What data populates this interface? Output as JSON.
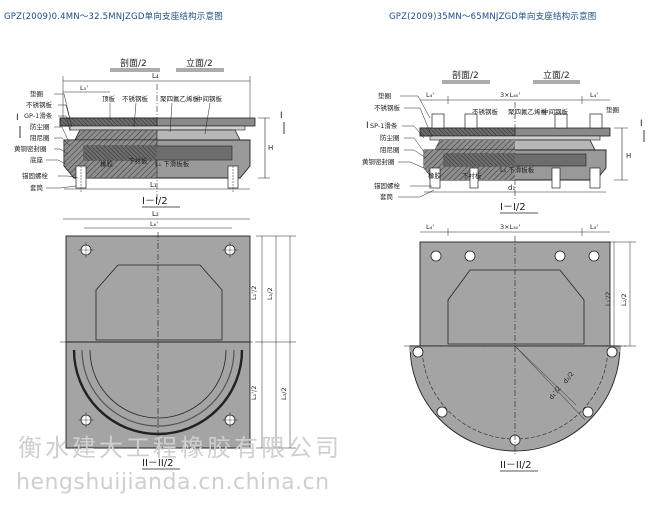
{
  "titles": {
    "left": "GPZ(2009)0.4MN～32.5MNJZGD单向支座结构示意图",
    "right": "GPZ(2009)35MN～65MNJZGD单向支座结构示意图"
  },
  "left": {
    "section_label": "剖面/2",
    "elevation_label": "立面/2",
    "dims": {
      "top_overall": "L₄",
      "bottom_overall": "L₁",
      "left_part": "L₅'",
      "plan_width": "L₂",
      "plan_inner": "L₆'",
      "height_h": "H",
      "half_length_1": "L₁'/2",
      "half_length_2": "L₁/2",
      "half_length_3": "L₂'/2",
      "half_length_4": "L₃/2"
    },
    "callouts": {
      "dianquan": "垫圈",
      "buxiugang": "不锈钢板",
      "gp_gl": "GP-1滑条",
      "fangchen": "防尘圈",
      "zunitiao": "阻尼圈",
      "huangtong": "黄铜密封圈",
      "xiangjiao": "橡胶",
      "maogu": "锚固螺栓",
      "taotong": "套筒",
      "dingban": "顶板",
      "buxiu2": "不锈钢板",
      "jusifu": "聚四氟乙烯板",
      "zhongjian": "中间钢板",
      "xiachen": "下衬板",
      "xiaqipan": "下滑板",
      "zhiban": "底座",
      "xiaban_yun": "L₁ 下滑板板"
    },
    "section_marker": "I",
    "section_plan": "I－I/2",
    "section_plan2": "II－II/2"
  },
  "right": {
    "section_label": "剖面/2",
    "elevation_label": "立面/2",
    "dims": {
      "top_left": "L₄'",
      "top_mid": "3×L₄₀'",
      "top_right": "L₄'",
      "bottom_overall": "d₁",
      "height_h": "H",
      "plan_top_left": "L₄'",
      "plan_top_mid": "3×L₄₀'",
      "plan_top_right": "L₄'",
      "half_length_1": "L₁'/2",
      "half_length_2": "L₂/2",
      "radius_1": "d₁'/2",
      "radius_2": "d₂/2"
    },
    "callouts": {
      "dianquan_l": "垫圈",
      "buxiugang": "不锈钢板",
      "gp_gl": "SP-1滑条",
      "fangchen": "防尘圈",
      "zunitiao": "阻尼圈",
      "huangtong": "黄铜密封圈",
      "maogu": "锚固螺栓",
      "taotong": "套筒",
      "jusifu": "聚四氟乙烯板",
      "zhongjian": "中间钢板",
      "dianquan_r": "垫圈",
      "xiangjiao": "橡胶",
      "xiachen": "下衬板",
      "xiaban": "L₁ 下滑板板"
    },
    "section_marker": "I",
    "section_plan": "I－I/2",
    "section_plan2": "II－II/2"
  },
  "watermark": {
    "cn": "衡水建大工程橡胶有限公司",
    "en": "hengshuijianda.cn.china.cn"
  },
  "colors": {
    "fill": "#a4a4a4",
    "fill_dark": "#5f5f5f",
    "hatch": "#3a3a3a",
    "line": "#1a1a1a",
    "title": "#1e4c86"
  }
}
